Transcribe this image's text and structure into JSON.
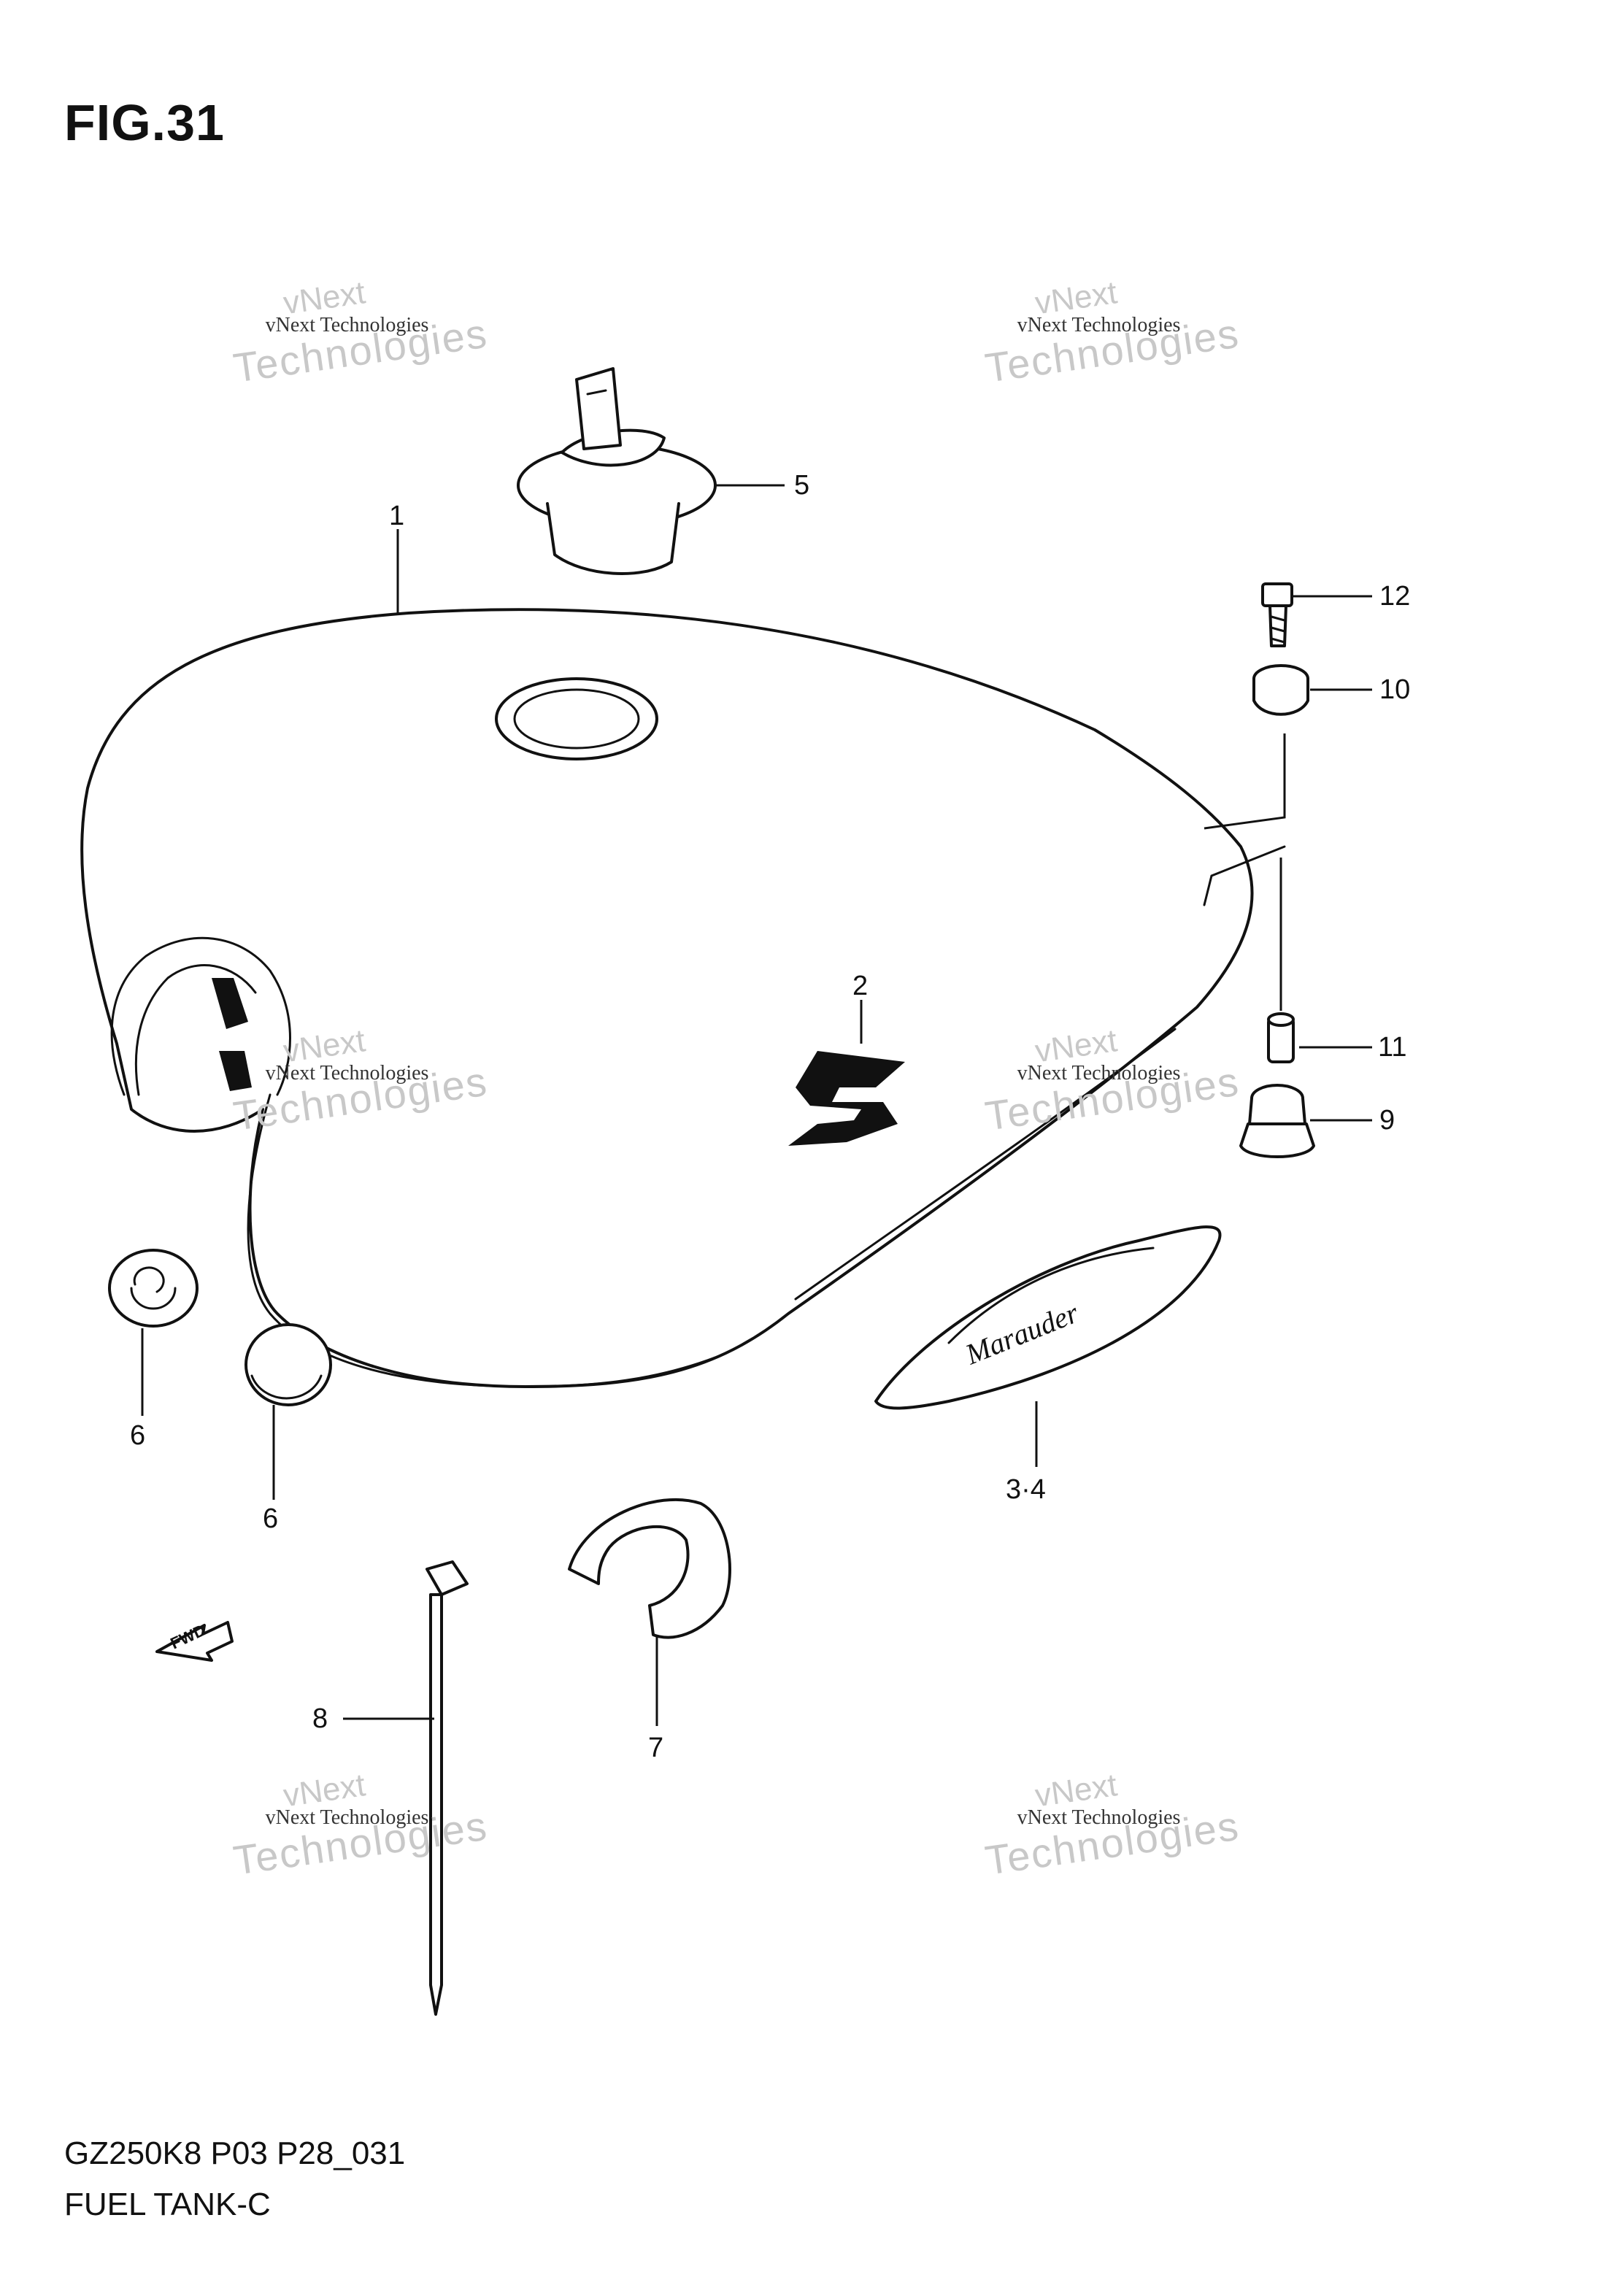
{
  "figure": {
    "title": "FIG.31",
    "model_code": "GZ250K8 P03 P28_031",
    "section_name": "FUEL TANK-C"
  },
  "callouts": [
    {
      "id": "1",
      "label": "1"
    },
    {
      "id": "2",
      "label": "2"
    },
    {
      "id": "3-4",
      "label": "3·4"
    },
    {
      "id": "5",
      "label": "5"
    },
    {
      "id": "6a",
      "label": "6"
    },
    {
      "id": "6b",
      "label": "6"
    },
    {
      "id": "7",
      "label": "7"
    },
    {
      "id": "8",
      "label": "8"
    },
    {
      "id": "9",
      "label": "9"
    },
    {
      "id": "10",
      "label": "10"
    },
    {
      "id": "11",
      "label": "11"
    },
    {
      "id": "12",
      "label": "12"
    }
  ],
  "emblem_text": "Marauder",
  "direction_arrow": "FWD",
  "watermark": {
    "line1": "vNext",
    "line2": "vNext Technologies",
    "line3": "Technologies"
  }
}
